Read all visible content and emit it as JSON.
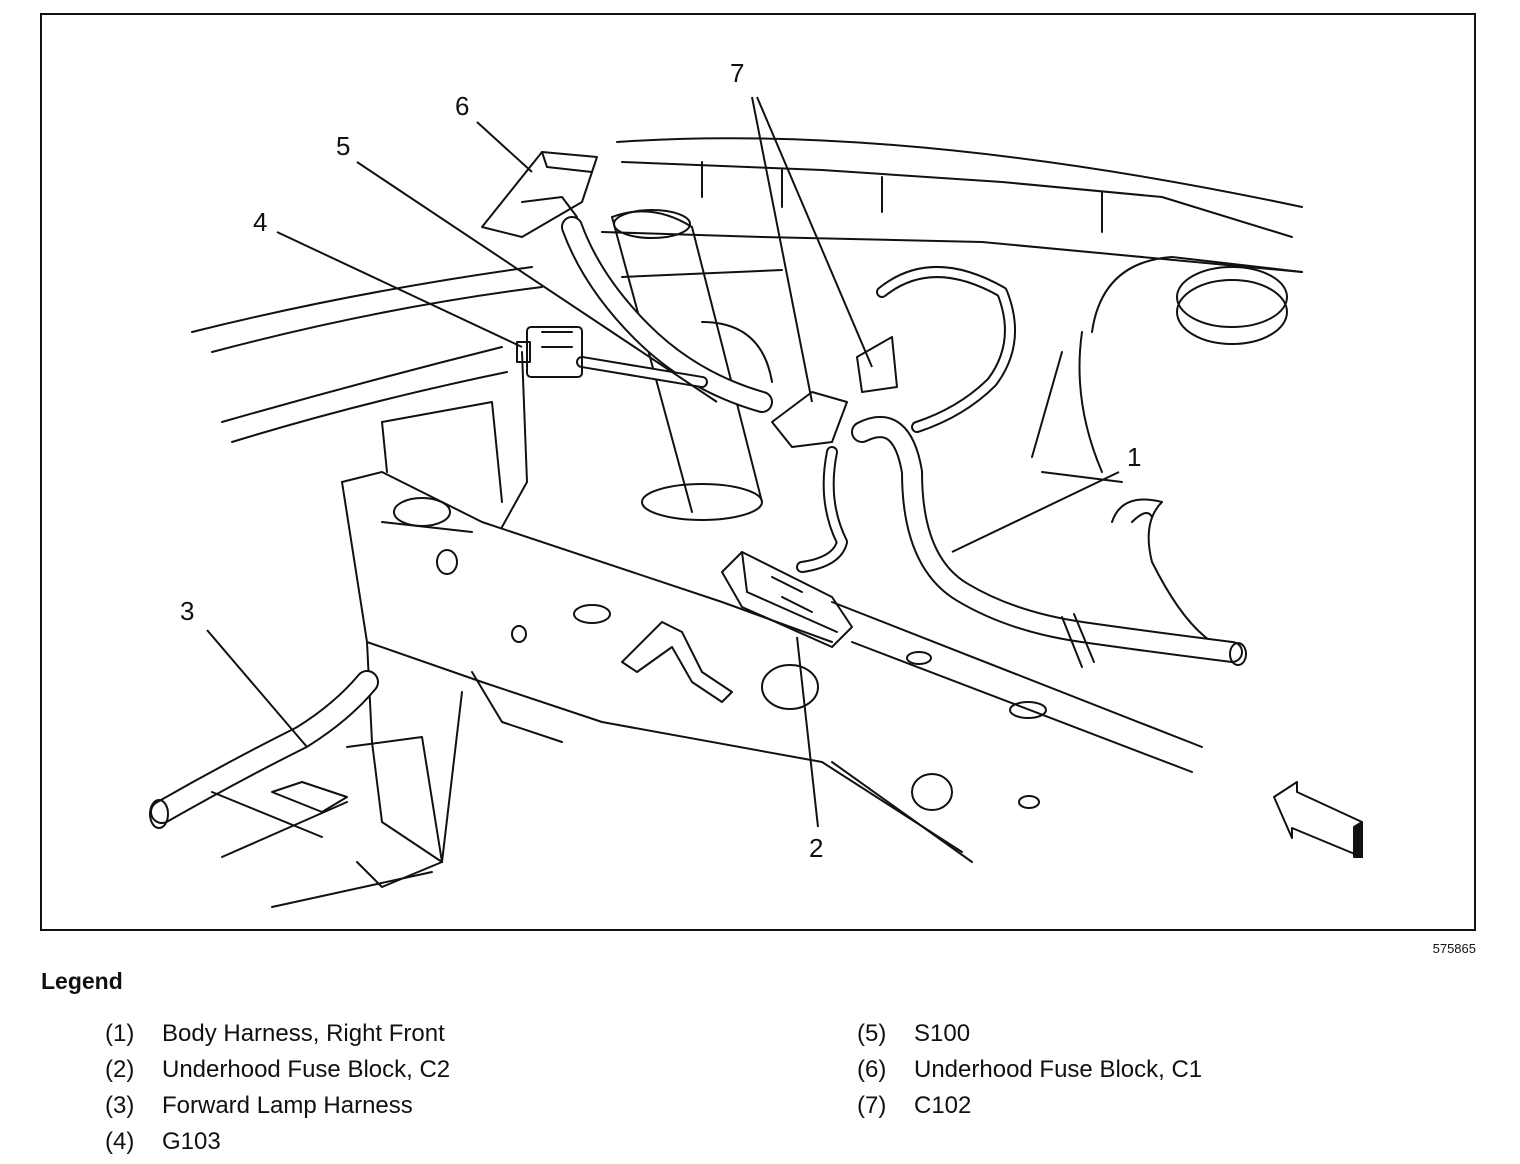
{
  "figure": {
    "figure_id": "575865",
    "callouts": [
      "1",
      "2",
      "3",
      "4",
      "5",
      "6",
      "7"
    ]
  },
  "legend": {
    "title": "Legend",
    "items": [
      {
        "num": "(1)",
        "label": "Body Harness, Right Front"
      },
      {
        "num": "(2)",
        "label": "Underhood Fuse Block, C2"
      },
      {
        "num": "(3)",
        "label": "Forward Lamp Harness"
      },
      {
        "num": "(4)",
        "label": "G103"
      },
      {
        "num": "(5)",
        "label": "S100"
      },
      {
        "num": "(6)",
        "label": "Underhood Fuse Block, C1"
      },
      {
        "num": "(7)",
        "label": "C102"
      }
    ]
  },
  "colors": {
    "line": "#111111",
    "background": "#ffffff"
  }
}
